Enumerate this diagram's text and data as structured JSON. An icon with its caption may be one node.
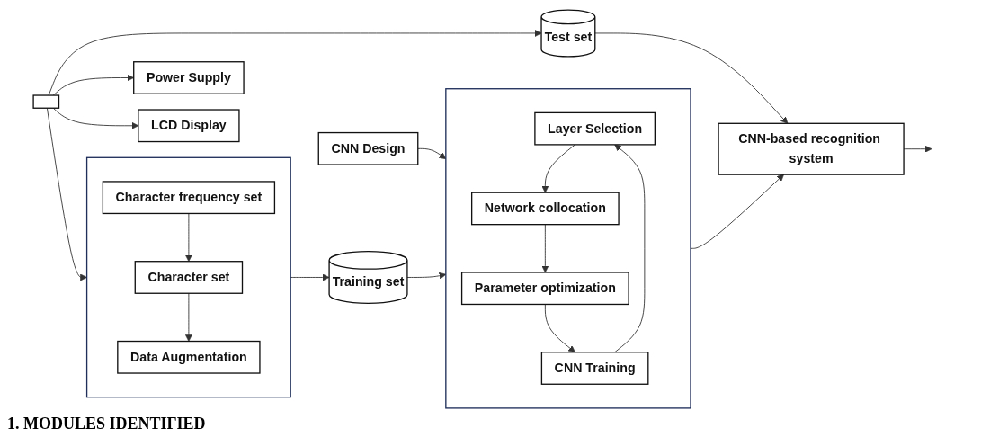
{
  "diagram": {
    "nodes": [
      {
        "text": [],
        "shape": "box"
      },
      {
        "text": [
          "Character frequency set"
        ],
        "in": 0
      },
      {
        "text": [
          "Character set"
        ],
        "in": 0
      },
      {
        "text": [
          "Data Augmentation"
        ],
        "in": 0
      },
      {
        "text": [
          "CNN Design"
        ]
      },
      {
        "text": [
          "Training set"
        ]
      },
      {
        "text": [],
        "shape": "box"
      },
      {
        "text": [
          "Power Supply"
        ]
      },
      {
        "text": [
          "LCD Display"
        ]
      },
      {
        "text": [],
        "shape": "box"
      },
      {
        "text": [
          "Layer Selection"
        ],
        "in": 9
      },
      {
        "text": [
          "Network collocation"
        ],
        "in": 9
      },
      {
        "text": [
          "Parameter optimization"
        ],
        "in": 9
      },
      {
        "text": [
          "CNN Training"
        ],
        "in": 9
      },
      {
        "text": [
          "Test set"
        ]
      },
      {
        "text": [
          "CNN-based recognition system"
        ]
      }
    ],
    "edges": [
      {
        "from": 1,
        "to": 2,
        "arrow": "to"
      },
      {
        "from": 2,
        "to": 3,
        "arrow": "to"
      },
      {
        "from": 0,
        "to": 5,
        "arrow": "to"
      },
      {
        "from": 6,
        "to": 0,
        "arrow": "to"
      },
      {
        "from": 6,
        "to": 7,
        "arrow": "to"
      },
      {
        "from": 6,
        "to": 8,
        "arrow": "to"
      },
      {
        "from": 6,
        "to": 14,
        "arrow": "to"
      },
      {
        "from": 4,
        "to": 9,
        "arrow": "to"
      },
      {
        "from": 5,
        "to": 9,
        "arrow": "to"
      },
      {
        "from": 10,
        "to": 11,
        "arrow": "to"
      },
      {
        "from": 11,
        "to": 12,
        "arrow": "to"
      },
      {
        "from": 12,
        "to": 13,
        "arrow": "to"
      },
      {
        "from": 13,
        "to": 10,
        "arrow": "to"
      },
      {
        "from": 9,
        "to": 15,
        "arrow": "to"
      },
      {
        "from": 14,
        "to": 15,
        "arrow": "to"
      },
      {
        "from": 15,
        "to": null,
        "arrow": "to"
      }
    ],
    "labels": [
      "1. MODULES IDENTIFIED"
    ]
  }
}
